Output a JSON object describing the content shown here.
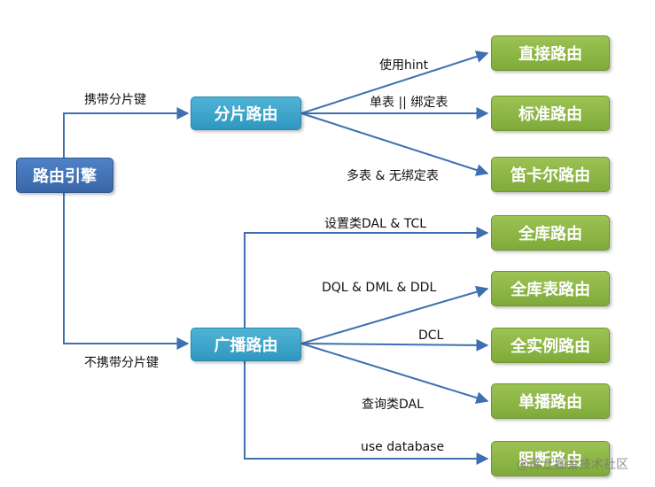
{
  "nodes": {
    "engine": "路由引擎",
    "shard": "分片路由",
    "broadcast": "广播路由",
    "direct": "直接路由",
    "standard": "标准路由",
    "cartesian": "笛卡尔路由",
    "db_full": "全库路由",
    "db_table_full": "全库表路由",
    "instance_full": "全实例路由",
    "unicast": "单播路由",
    "block": "阻断路由"
  },
  "edges": {
    "with_shard_key": "携带分片键",
    "without_shard_key": "不携带分片键",
    "use_hint": "使用hint",
    "single_or_bound": "单表 || 绑定表",
    "multi_unbound": "多表 & 无绑定表",
    "set_dal_tcl": "设置类DAL & TCL",
    "dql_dml_ddl": "DQL & DML & DDL",
    "dcl": "DCL",
    "query_dal": "查询类DAL",
    "use_database": "use database"
  },
  "watermark": "@稀土掘金技术社区",
  "colors": {
    "line": "#3f6fb0",
    "engine": "#3a66a8",
    "mid": "#2f97bf",
    "leaf": "#7faa3a"
  }
}
